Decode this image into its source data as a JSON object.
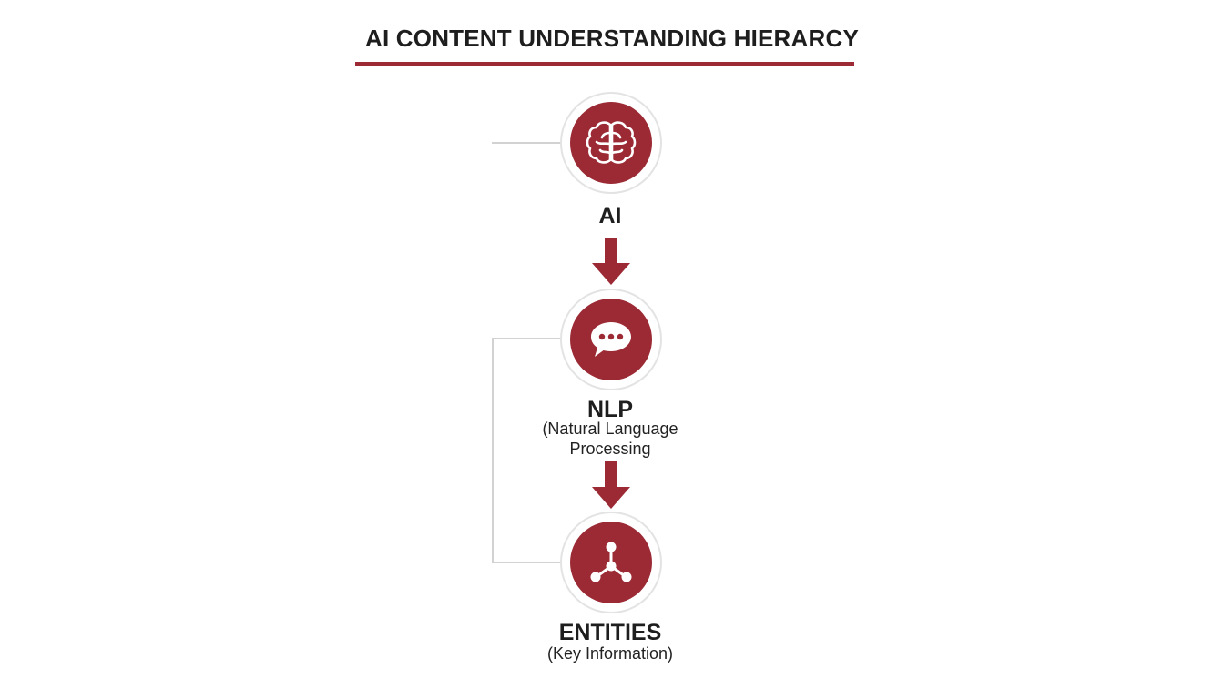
{
  "title": "AI CONTENT UNDERSTANDING HIERARCY",
  "colors": {
    "accent": "#9b2a35",
    "connector": "#d2d2d2",
    "ring": "#e3e3e3",
    "text": "#1e1e1e"
  },
  "nodes": [
    {
      "icon": "brain-icon",
      "label": "AI",
      "sublabel": []
    },
    {
      "icon": "speech-bubble-icon",
      "label": "NLP",
      "sublabel": [
        "(Natural Language",
        "Processing"
      ]
    },
    {
      "icon": "network-nodes-icon",
      "label": "ENTITIES",
      "sublabel": [
        "(Key Information)"
      ]
    }
  ]
}
